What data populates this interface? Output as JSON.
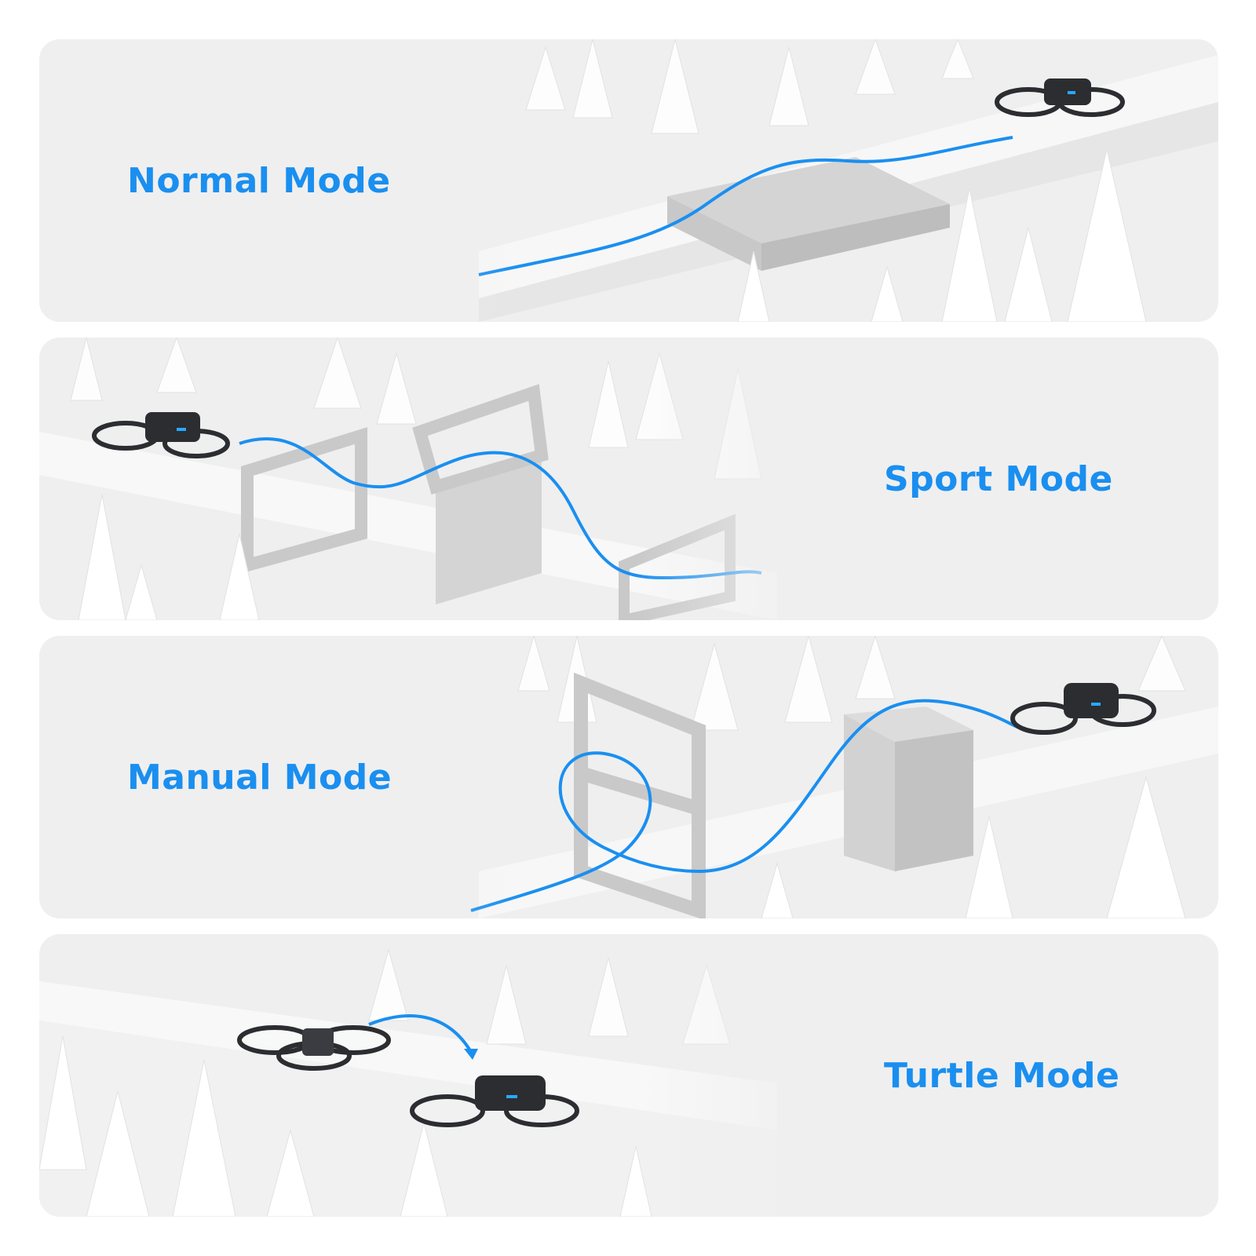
{
  "modes": [
    {
      "label": "Normal Mode",
      "side": "left"
    },
    {
      "label": "Sport Mode",
      "side": "right"
    },
    {
      "label": "Manual Mode",
      "side": "left"
    },
    {
      "label": "Turtle Mode",
      "side": "right"
    }
  ],
  "colors": {
    "accent": "#1a8ff0",
    "panel_bg": "#efefef",
    "obstacle": "#c9c9c9",
    "drone": "#2b2d31"
  },
  "icons": [
    "tree-icon",
    "drone-icon",
    "obstacle-block",
    "gate-frame",
    "flight-path"
  ]
}
